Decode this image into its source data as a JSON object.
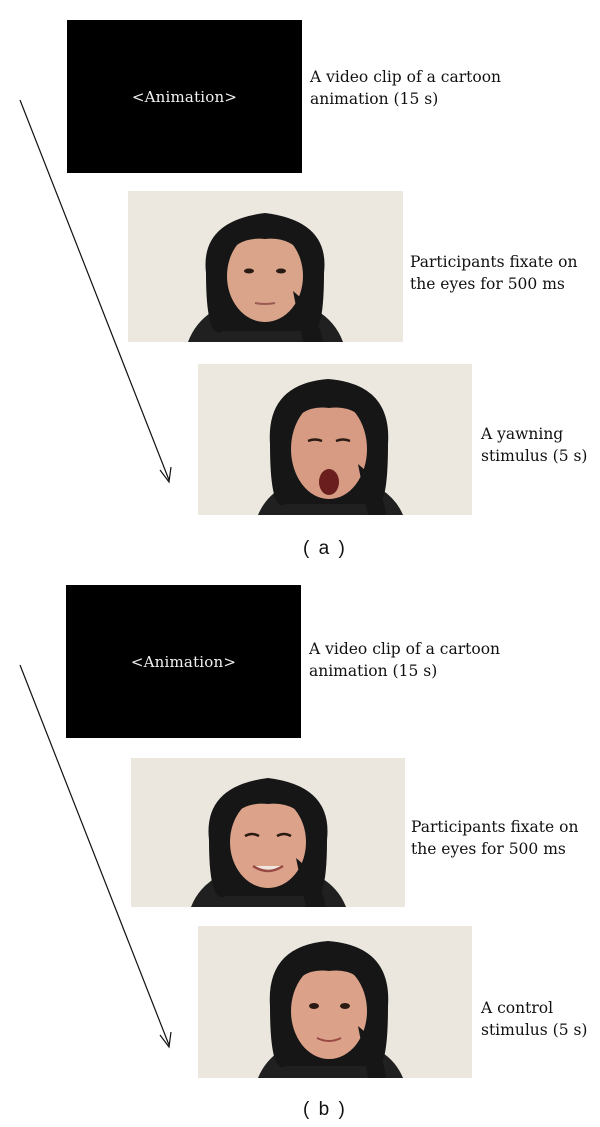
{
  "panel_a": {
    "label": "( a )",
    "frame1": {
      "text": "<Animation>",
      "caption": [
        "A video clip of a cartoon",
        "animation (15 s)"
      ]
    },
    "frame2": {
      "caption": [
        "Participants fixate on",
        "the eyes for 500 ms"
      ]
    },
    "frame3": {
      "caption": [
        "A yawning",
        "stimulus (5 s)"
      ]
    }
  },
  "panel_b": {
    "label": "( b )",
    "frame1": {
      "text": "<Animation>",
      "caption": [
        "A video clip of a cartoon",
        "animation (15 s)"
      ]
    },
    "frame2": {
      "caption": [
        "Participants fixate on",
        "the eyes for 500 ms"
      ]
    },
    "frame3": {
      "caption": [
        "A control",
        "stimulus (5 s)"
      ]
    }
  }
}
